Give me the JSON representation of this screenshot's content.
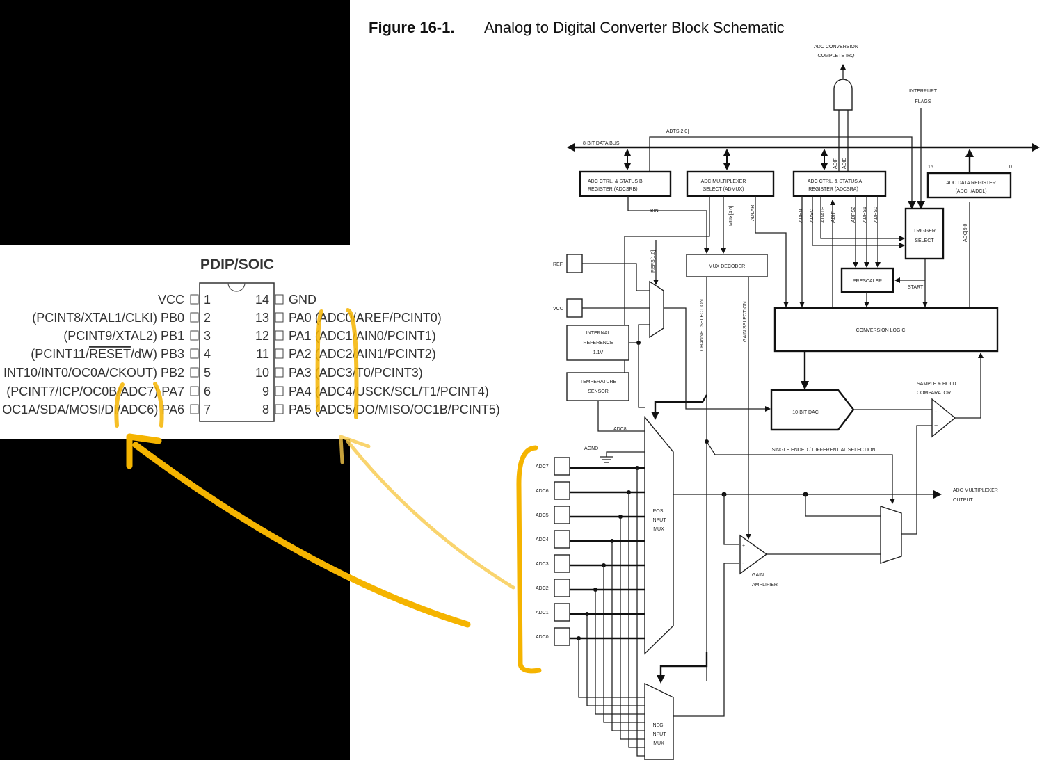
{
  "figure": {
    "number": "Figure 16-1.",
    "title": "Analog to Digital Converter Block Schematic"
  },
  "schematic": {
    "irq_line1": "ADC CONVERSION",
    "irq_line2": "COMPLETE IRQ",
    "interrupt_line1": "INTERRUPT",
    "interrupt_line2": "FLAGS",
    "adts": "ADTS[2:0]",
    "data_bus": "8-BIT DATA BUS",
    "adcsrb_line1": "ADC CTRL. & STATUS B",
    "adcsrb_line2": "REGISTER (ADCSRB)",
    "admux_line1": "ADC MULTIPLEXER",
    "admux_line2": "SELECT (ADMUX)",
    "adcsra_line1": "ADC CTRL. & STATUS A",
    "adcsra_line2": "REGISTER (ADCSRA)",
    "data_reg_line1": "ADC DATA REGISTER",
    "data_reg_line2": "(ADCH/ADCL)",
    "bit_hi": "15",
    "bit_lo": "0",
    "adif_top": "ADIF",
    "adie": "ADIE",
    "bin": "BIN",
    "mux_bits": "MUX[4:0]",
    "adlar": "ADLAR",
    "aden": "ADEN",
    "adsc": "ADSC",
    "adate": "ADATE",
    "adif": "ADIF",
    "adps2": "ADPS2",
    "adps1": "ADPS1",
    "adps0": "ADPS0",
    "adc_result": "ADC[9:0]",
    "trigger_line1": "TRIGGER",
    "trigger_line2": "SELECT",
    "mux_decoder": "MUX DECODER",
    "prescaler": "PRESCALER",
    "start": "START",
    "refs": "REFS[1:0]",
    "aref": "REF",
    "vcc": "VCC",
    "intref_line1": "INTERNAL",
    "intref_line2": "REFERENCE",
    "intref_line3": "1.1V",
    "temp_line1": "TEMPERATURE",
    "temp_line2": "SENSOR",
    "channel_selection": "CHANNEL SELECTION",
    "gain_selection": "GAIN SELECTION",
    "conversion_logic": "CONVERSION LOGIC",
    "dac": "10-BIT DAC",
    "sh_line1": "SAMPLE & HOLD",
    "sh_line2": "COMPARATOR",
    "minus": "-",
    "plus": "+",
    "adc8": "ADC8",
    "agnd": "AGND",
    "se_diff": "SINGLE ENDED / DIFFERENTIAL SELECTION",
    "mux_out_line1": "ADC MULTIPLEXER",
    "mux_out_line2": "OUTPUT",
    "pos_mux_line1": "POS.",
    "pos_mux_line2": "INPUT",
    "pos_mux_line3": "MUX",
    "neg_mux_line1": "NEG.",
    "neg_mux_line2": "INPUT",
    "neg_mux_line3": "MUX",
    "gain_line1": "GAIN",
    "gain_line2": "AMPLIFIER",
    "inputs": [
      "ADC7",
      "ADC6",
      "ADC5",
      "ADC4",
      "ADC3",
      "ADC2",
      "ADC1",
      "ADC0"
    ]
  },
  "pinout": {
    "package": "PDIP/SOIC",
    "left": [
      {
        "num": "1",
        "label": "VCC"
      },
      {
        "num": "2",
        "label": "(PCINT8/XTAL1/CLKI) PB0"
      },
      {
        "num": "3",
        "label": "(PCINT9/XTAL2) PB1"
      },
      {
        "num": "4",
        "label_pre": "(PCINT11/",
        "label_over": "RESET",
        "label_post": "/dW) PB3"
      },
      {
        "num": "5",
        "label": "INT10/INT0/OC0A/CKOUT) PB2"
      },
      {
        "num": "6",
        "label": "(PCINT7/ICP/OC0B/ADC7) PA7"
      },
      {
        "num": "7",
        "label": "OC1A/SDA/MOSI/DI/ADC6) PA6"
      }
    ],
    "right": [
      {
        "num": "14",
        "label": "GND"
      },
      {
        "num": "13",
        "label": "PA0 (ADC0/AREF/PCINT0)"
      },
      {
        "num": "12",
        "label": "PA1 (ADC1/AIN0/PCINT1)"
      },
      {
        "num": "11",
        "label": "PA2 (ADC2/AIN1/PCINT2)"
      },
      {
        "num": "10",
        "label": "PA3 (ADC3/T0/PCINT3)"
      },
      {
        "num": "9",
        "label": "PA4 (ADC4/USCK/SCL/T1/PCINT4)"
      },
      {
        "num": "8",
        "label": "PA5 (ADC5/DO/MISO/OC1B/PCINT5)"
      }
    ]
  },
  "colors": {
    "background": "#000000",
    "paper": "#ffffff",
    "annotation": "#f5b400"
  }
}
